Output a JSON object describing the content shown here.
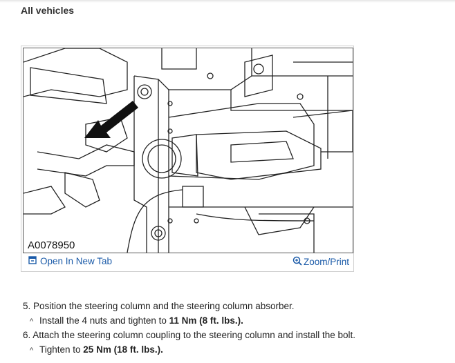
{
  "section": {
    "heading": "All vehicles"
  },
  "figure": {
    "id_label": "A0078950",
    "open_tab_label": "Open In New Tab",
    "zoom_print_label": "Zoom/Print",
    "icons": {
      "open_tab": "open-new-tab-icon",
      "zoom": "zoom-icon"
    },
    "link_color": "#1a5aa8"
  },
  "steps": [
    {
      "number": "5.",
      "text": "Position the steering column and the steering column absorber.",
      "sub": {
        "marker": "^",
        "prefix": "Install the 4 nuts and tighten to ",
        "value": "11 Nm (8 ft. lbs.)",
        "suffix": "."
      }
    },
    {
      "number": "6.",
      "text": "Attach the steering column coupling to the steering column and install the bolt.",
      "sub": {
        "marker": "^",
        "prefix": "Tighten to ",
        "value": "25 Nm (18 ft. lbs.)",
        "suffix": "."
      }
    }
  ]
}
